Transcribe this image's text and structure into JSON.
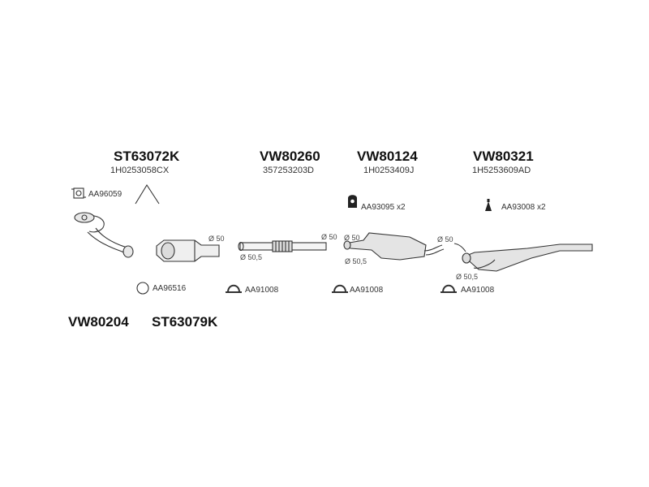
{
  "groups": [
    {
      "code": "ST63072K",
      "oem": "1H0253058CX"
    },
    {
      "code": "VW80260",
      "oem": "357253203D"
    },
    {
      "code": "VW80124",
      "oem": "1H0253409J"
    },
    {
      "code": "VW80321",
      "oem": "1H5253609AD"
    }
  ],
  "bottom_codes": [
    "VW80204",
    "ST63079K"
  ],
  "parts": {
    "gasket_top": "AA96059",
    "ring_gasket": "AA96516",
    "rubber_mount_1": "AA93095",
    "rubber_mount_1_qty": "x2",
    "rubber_mount_2": "AA93008",
    "rubber_mount_2_qty": "x2",
    "clamp_1": "AA91008",
    "clamp_2": "AA91008",
    "clamp_3": "AA91008"
  },
  "dimensions": {
    "d1": "Ø 50",
    "d2": "Ø 50",
    "d3": "Ø 50,5",
    "d4": "Ø 50",
    "d5": "Ø 50,5",
    "d6": "Ø 50",
    "d7": "Ø 50,5"
  },
  "colors": {
    "line": "#333333",
    "fill": "#e8e8e8",
    "text": "#111111"
  }
}
